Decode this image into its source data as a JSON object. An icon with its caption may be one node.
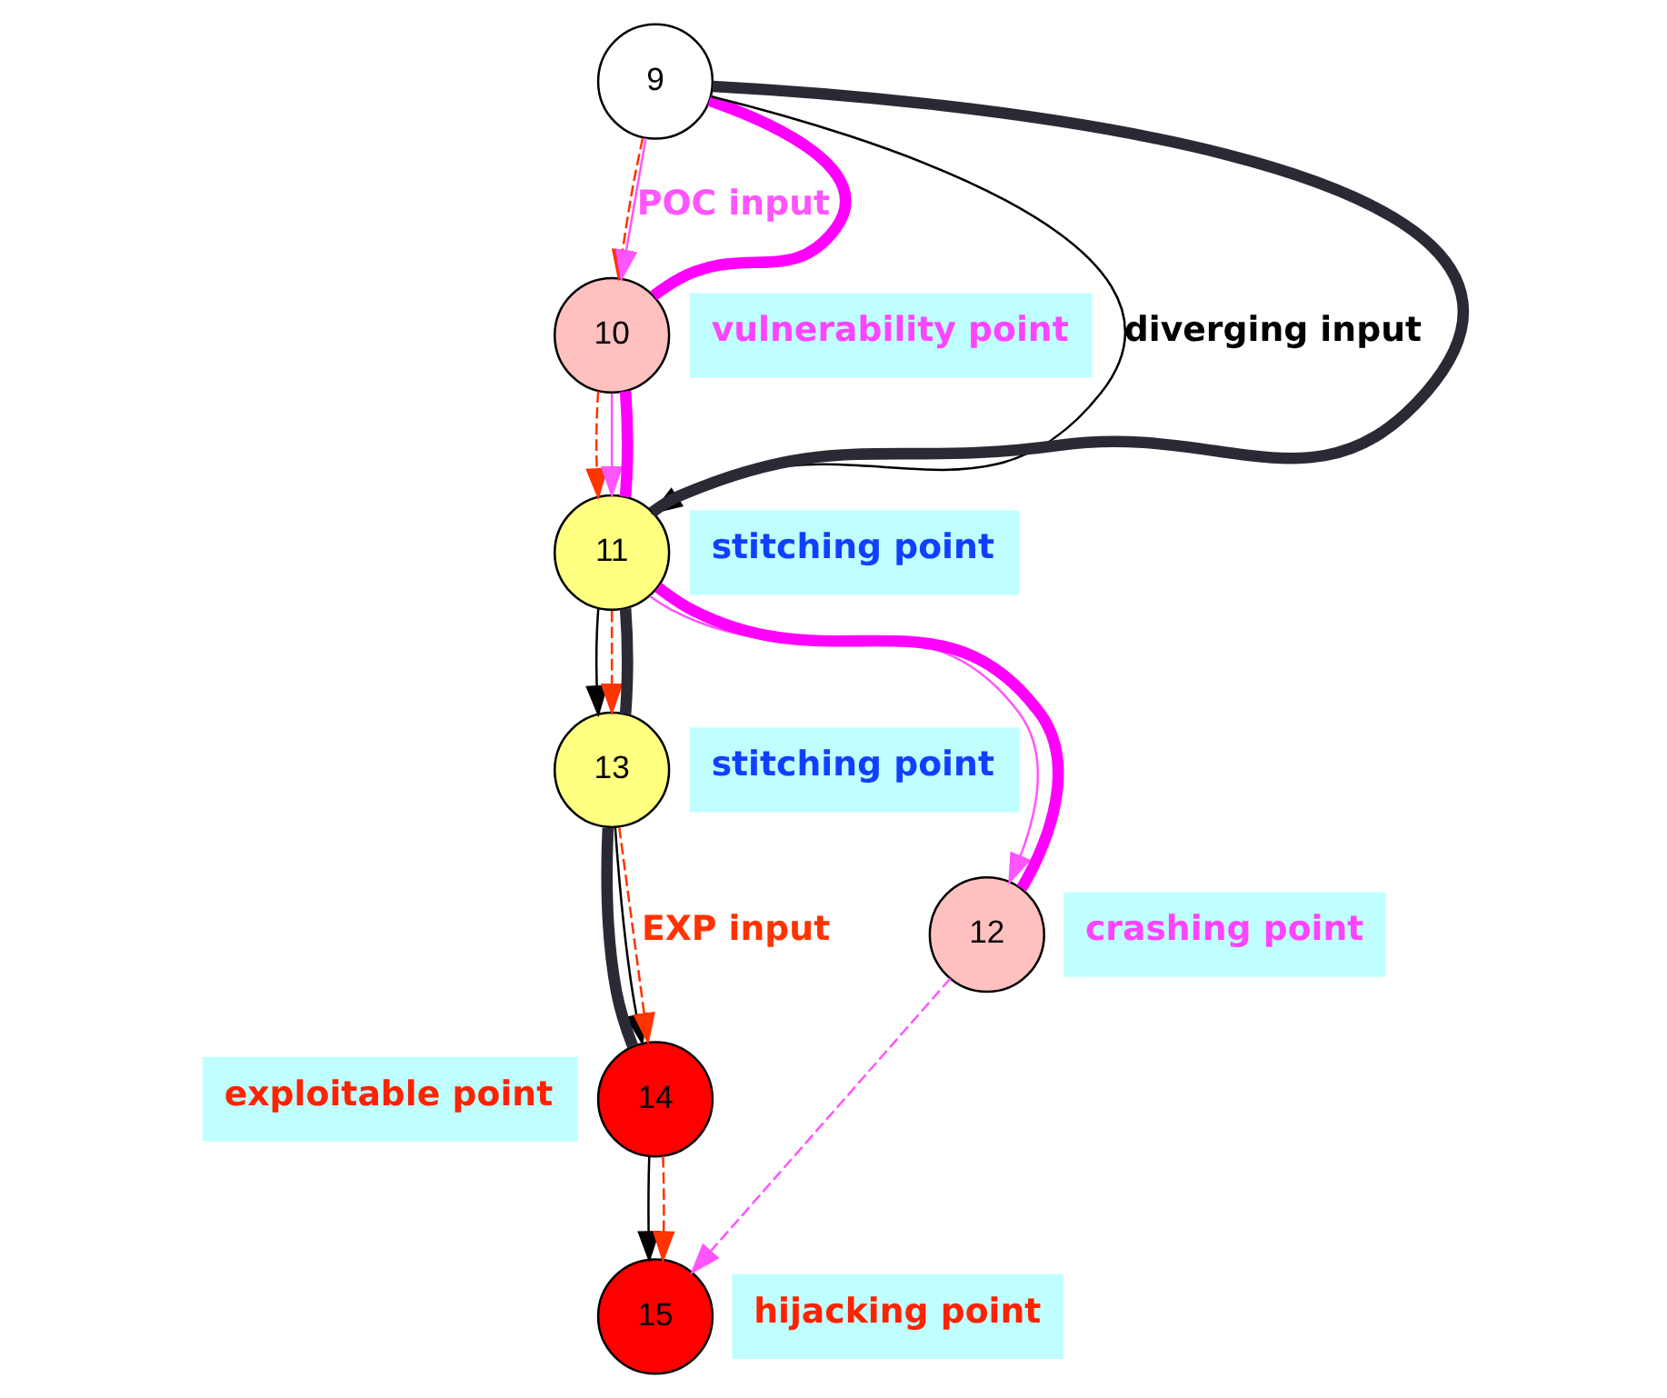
{
  "diagram": {
    "nodes": [
      {
        "text": [
          "9"
        ]
      },
      {
        "text": [
          "10"
        ],
        "beside": [
          "vulnerability point"
        ]
      },
      {
        "text": [
          "11"
        ],
        "beside": [
          "stitching point"
        ]
      },
      {
        "text": [
          "13"
        ],
        "beside": [
          "stitching point"
        ]
      },
      {
        "text": [
          "12"
        ],
        "beside": [
          "crashing point"
        ]
      },
      {
        "text": [
          "14"
        ],
        "beside": [
          "exploitable point"
        ]
      },
      {
        "text": [
          "15"
        ],
        "beside": [
          "hijacking point"
        ]
      }
    ],
    "edges": [
      {
        "from": 0,
        "to": 2,
        "arrow": "to",
        "label": "diverging input",
        "color": "#000000"
      },
      {
        "from": 0,
        "to": 1,
        "arrow": "to",
        "style": "dashed",
        "color": "#ff3300"
      },
      {
        "from": 0,
        "to": 1,
        "arrow": "to",
        "color": "#ff55ff",
        "label": "POC input"
      },
      {
        "from": 1,
        "to": 2,
        "arrow": "to",
        "style": "dashed",
        "color": "#ff3300"
      },
      {
        "from": 1,
        "to": 2,
        "arrow": "to",
        "color": "#ff55ff"
      },
      {
        "from": 2,
        "to": 3,
        "arrow": "to",
        "color": "#000000"
      },
      {
        "from": 2,
        "to": 3,
        "arrow": "to",
        "style": "dashed",
        "color": "#ff3300"
      },
      {
        "from": 2,
        "to": 4,
        "arrow": "to",
        "color": "#ff55ff"
      },
      {
        "from": 3,
        "to": 5,
        "arrow": "to",
        "color": "#000000"
      },
      {
        "from": 3,
        "to": 5,
        "arrow": "to",
        "style": "dashed",
        "color": "#ff3300",
        "label": "EXP input"
      },
      {
        "from": 5,
        "to": 6,
        "arrow": "to",
        "color": "#000000"
      },
      {
        "from": 5,
        "to": 6,
        "arrow": "to",
        "style": "dashed",
        "color": "#ff3300"
      },
      {
        "from": 4,
        "to": 6,
        "arrow": "to",
        "style": "dashed",
        "color": "#ff55ff"
      },
      {
        "from": 0,
        "to": 1,
        "arrow": "none",
        "style": "thick",
        "color": "#ff00ff"
      },
      {
        "from": 1,
        "to": 2,
        "arrow": "none",
        "style": "thick",
        "color": "#ff00ff"
      },
      {
        "from": 2,
        "to": 4,
        "arrow": "none",
        "style": "thick",
        "color": "#ff00ff"
      },
      {
        "from": 0,
        "to": 2,
        "arrow": "none",
        "style": "thick",
        "color": "#2a2a35"
      },
      {
        "from": 2,
        "to": 3,
        "arrow": "none",
        "style": "thick",
        "color": "#2a2a35"
      },
      {
        "from": 3,
        "to": 5,
        "arrow": "none",
        "style": "thick",
        "color": "#2a2a35"
      }
    ]
  }
}
